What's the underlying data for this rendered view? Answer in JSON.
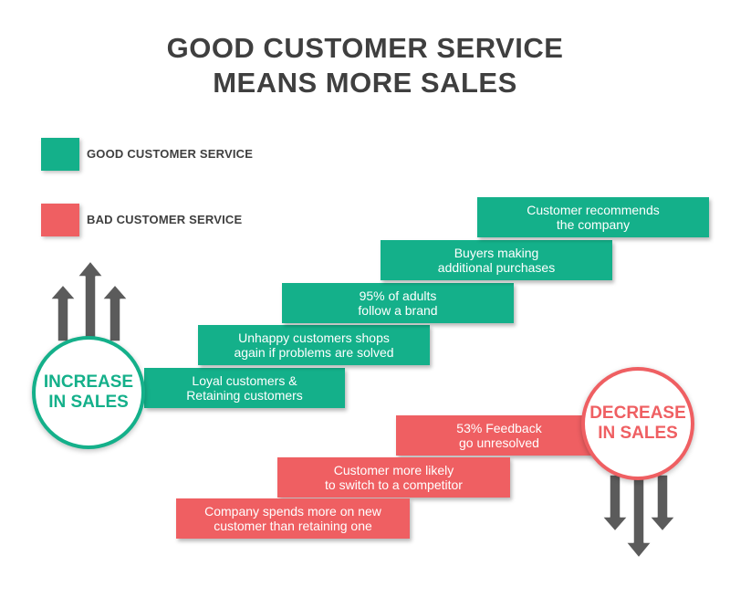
{
  "title": {
    "line1": "GOOD CUSTOMER SERVICE",
    "line2": "MEANS MORE SALES"
  },
  "colors": {
    "good": "#14b08a",
    "bad": "#ef5f62",
    "text": "#3f3f3f",
    "arrow": "#5b5b5b"
  },
  "legend": {
    "good_label": "GOOD CUSTOMER SERVICE",
    "bad_label": "BAD CUSTOMER SERVICE"
  },
  "increase": {
    "line1": "INCREASE",
    "line2": "IN SALES",
    "icon": "up-arrows-icon"
  },
  "decrease": {
    "line1": "DECREASE",
    "line2": "IN SALES",
    "icon": "down-arrows-icon"
  },
  "good_steps": [
    {
      "line1": "Loyal customers &",
      "line2": "Retaining customers"
    },
    {
      "line1": "Unhappy customers shops",
      "line2": "again if problems are solved"
    },
    {
      "line1": "95% of adults",
      "line2": "follow a brand"
    },
    {
      "line1": "Buyers making",
      "line2": "additional purchases"
    },
    {
      "line1": "Customer recommends",
      "line2": "the company"
    }
  ],
  "bad_steps": [
    {
      "line1": "53% Feedback",
      "line2": "go unresolved"
    },
    {
      "line1": "Customer more likely",
      "line2": "to switch to a competitor"
    },
    {
      "line1": "Company spends more on new",
      "line2": "customer than retaining one"
    }
  ]
}
